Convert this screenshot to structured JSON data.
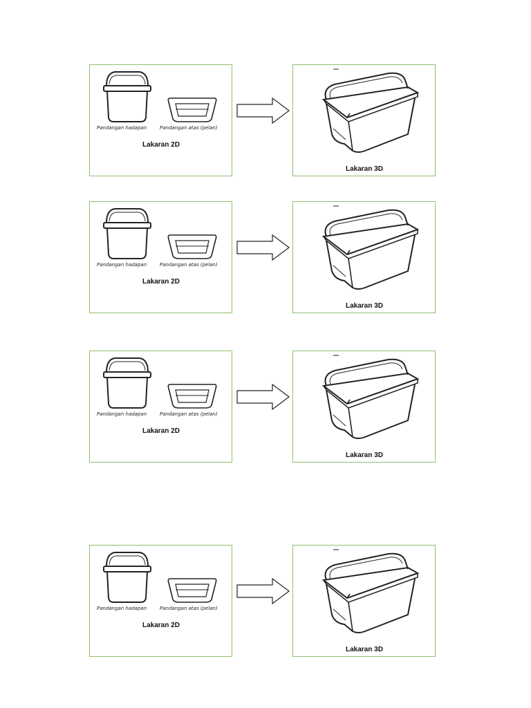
{
  "rows": [
    {
      "front_caption": "Pandangan hadapan",
      "top_caption": "Pandangan atas (pelan)",
      "title_2d": "Lakaran 2D",
      "title_3d": "Lakaran 3D"
    },
    {
      "front_caption": "Pandangan hadapan",
      "top_caption": "Pandangan atas (pelan)",
      "title_2d": "Lakaran 2D",
      "title_3d": "Lakaran 3D"
    },
    {
      "front_caption": "Pandangan hadapan",
      "top_caption": "Pandangan atas (pelan)",
      "title_2d": "Lakaran 2D",
      "title_3d": "Lakaran 3D"
    },
    {
      "front_caption": "Pandangan hadapan",
      "top_caption": "Pandangan atas (pelan)",
      "title_2d": "Lakaran 2D",
      "title_3d": "Lakaran 3D"
    }
  ],
  "colors": {
    "frame_border": "#8fbf6f",
    "sketch_line": "#222222"
  },
  "icons": {
    "front_view": "bin-front-view-sketch",
    "top_view": "bin-top-view-sketch",
    "arrow": "right-arrow",
    "three_d": "bin-3d-sketch"
  }
}
